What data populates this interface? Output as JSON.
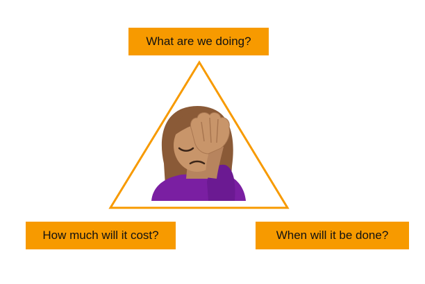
{
  "diagram": {
    "accent_color": "#f79a00",
    "labels": {
      "top": "What are we doing?",
      "left": "How much will it cost?",
      "right": "When will it be done?"
    },
    "center_icon": "woman-facepalming-emoji"
  }
}
